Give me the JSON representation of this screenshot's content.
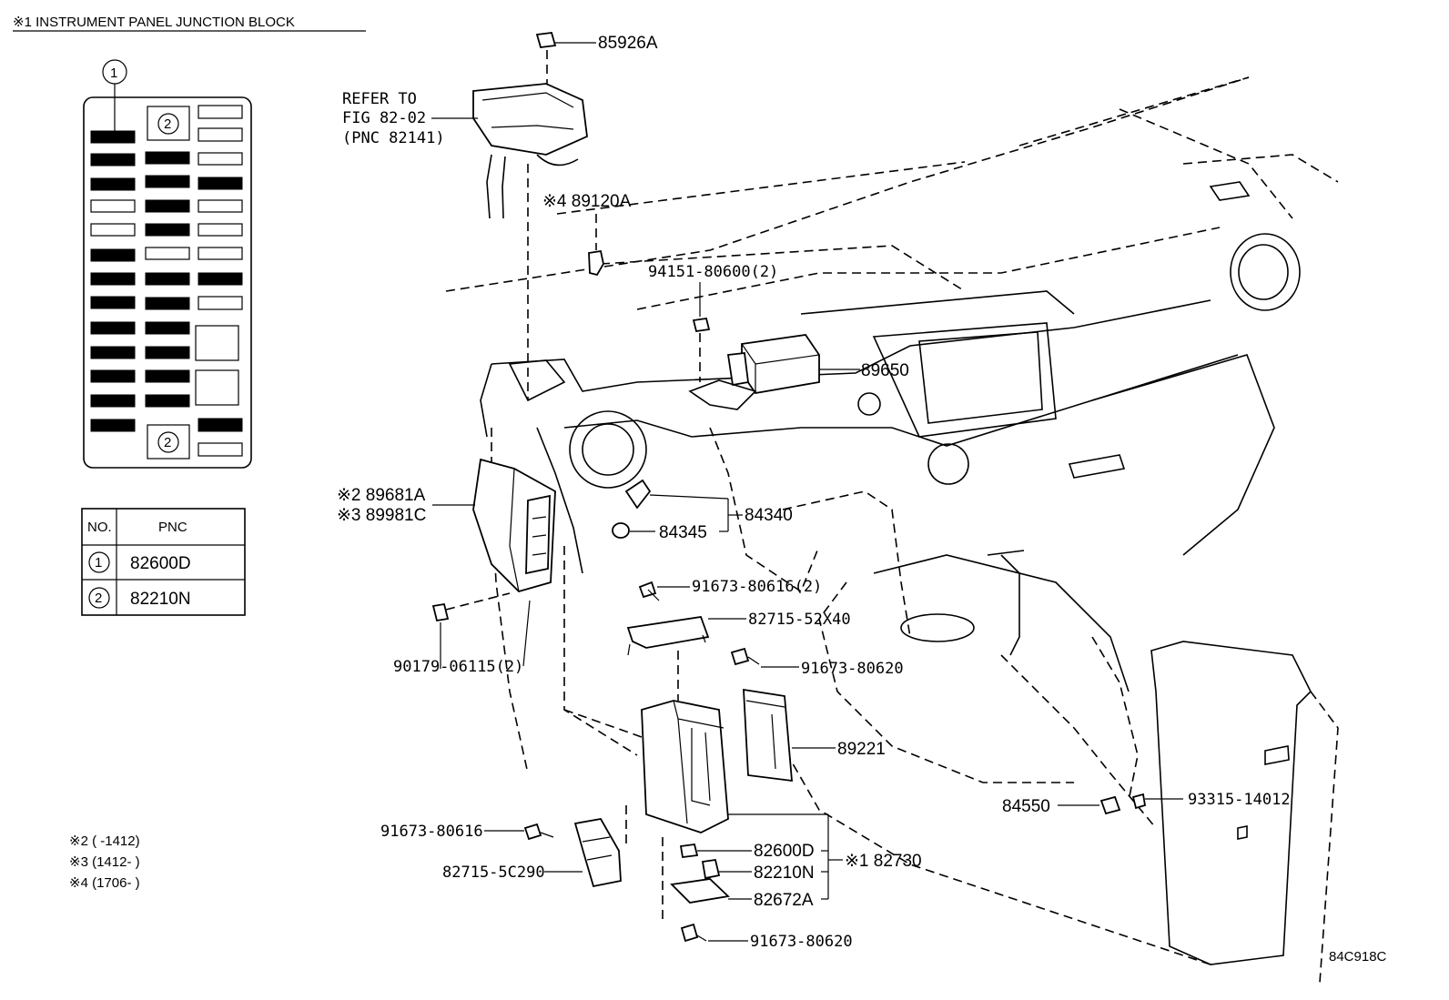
{
  "header": {
    "title": "※1 INSTRUMENT PANEL JUNCTION BLOCK"
  },
  "junction_block": {
    "callout_top": "1",
    "callout_relay_a": "2",
    "callout_relay_b": "2"
  },
  "pnc_table": {
    "headers": [
      "NO.",
      "PNC"
    ],
    "rows": [
      {
        "no": "1",
        "pnc": "82600D"
      },
      {
        "no": "2",
        "pnc": "82210N"
      }
    ]
  },
  "notes": [
    "※2 (       -1412)",
    "※3 (1412-       )",
    "※4 (1706-       )"
  ],
  "refer": {
    "line1": "REFER TO",
    "line2": "FIG 82-02",
    "line3": "(PNC 82141)"
  },
  "labels": {
    "p85926A": "85926A",
    "p89120A": "※4 89120A",
    "p94151": "94151-80600(2)",
    "p89650": "89650",
    "p89681A": "※2 89681A",
    "p89981C": "※3 89981C",
    "p84340": "84340",
    "p84345": "84345",
    "p91673_80616_2": "91673-80616(2)",
    "p82715_52X40": "82715-52X40",
    "p90179": "90179-06115(2)",
    "p91673_80620_a": "91673-80620",
    "p89221": "89221",
    "p84550": "84550",
    "p93315": "93315-14012",
    "p91673_80616": "91673-80616",
    "p82600D": "82600D",
    "p82730": "※1 82730",
    "p82210N": "82210N",
    "p82715_5C290": "82715-5C290",
    "p82672A": "82672A",
    "p91673_80620_b": "91673-80620"
  },
  "figure_code": "84C918C"
}
